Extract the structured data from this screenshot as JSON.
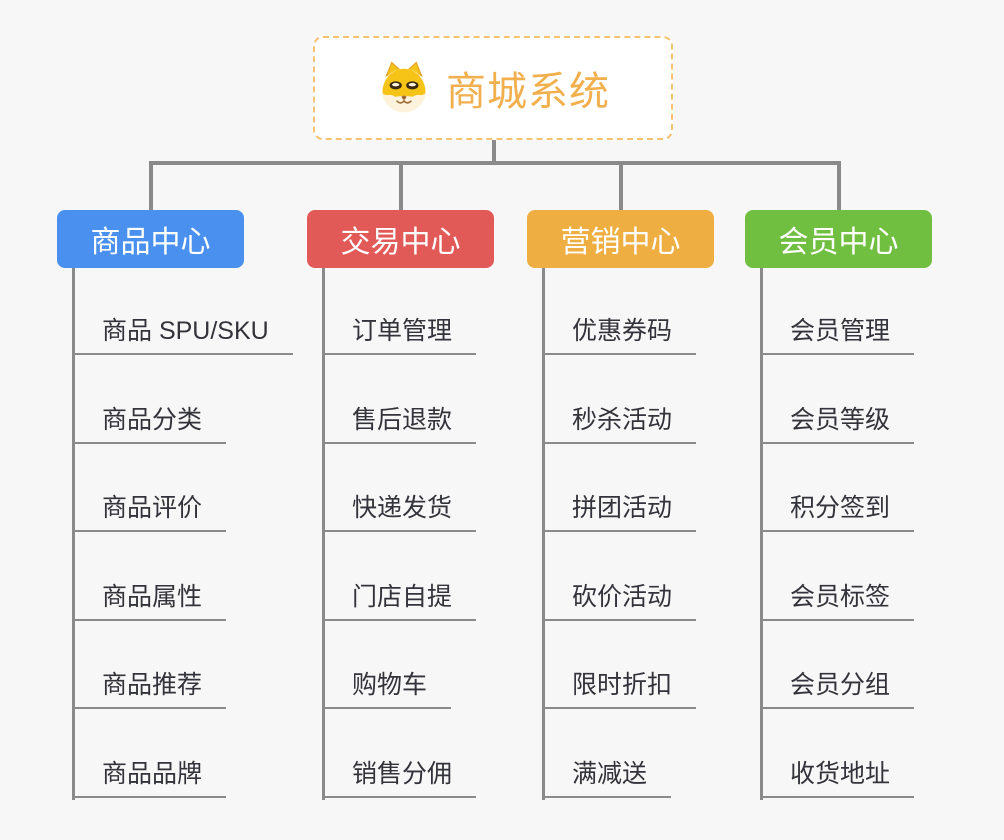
{
  "root": {
    "title": "商城系统",
    "icon": "doge-icon",
    "title_color": "#f2af4d",
    "border_color": "#f5c272"
  },
  "connector_color": "#8a8a8a",
  "background_color": "#f7f7f7",
  "branches": [
    {
      "label": "商品中心",
      "color": "#4a90ee",
      "children": [
        "商品 SPU/SKU",
        "商品分类",
        "商品评价",
        "商品属性",
        "商品推荐",
        "商品品牌"
      ]
    },
    {
      "label": "交易中心",
      "color": "#e15a57",
      "children": [
        "订单管理",
        "售后退款",
        "快递发货",
        "门店自提",
        "购物车",
        "销售分佣"
      ]
    },
    {
      "label": "营销中心",
      "color": "#efae41",
      "children": [
        "优惠券码",
        "秒杀活动",
        "拼团活动",
        "砍价活动",
        "限时折扣",
        "满减送"
      ]
    },
    {
      "label": "会员中心",
      "color": "#71bf41",
      "children": [
        "会员管理",
        "会员等级",
        "积分签到",
        "会员标签",
        "会员分组",
        "收货地址"
      ]
    }
  ]
}
